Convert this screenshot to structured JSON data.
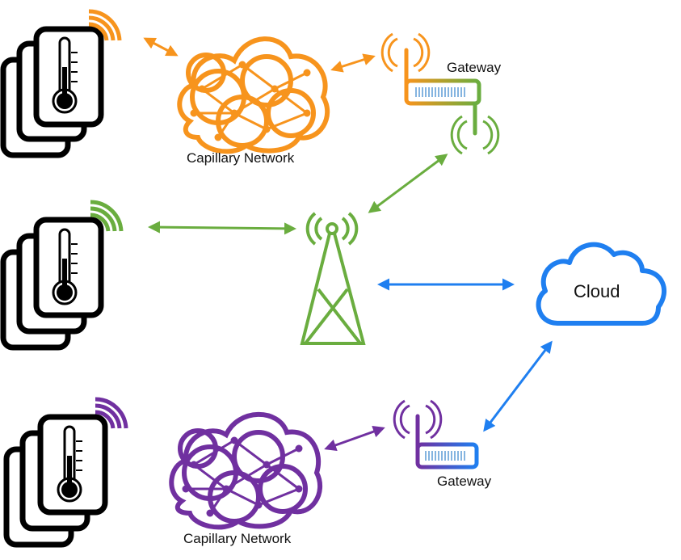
{
  "colors": {
    "orange": "#F7941D",
    "green": "#6AAD3F",
    "purple": "#7030A0",
    "blue": "#1F7FF0",
    "black": "#000000"
  },
  "labels": {
    "capillary_top": "Capillary Network",
    "gateway_top": "Gateway",
    "cloud": "Cloud",
    "gateway_bottom": "Gateway",
    "capillary_bottom": "Capillary Network"
  },
  "nodes": [
    {
      "id": "sensors-top",
      "type": "sensor-stack",
      "color": "orange"
    },
    {
      "id": "capillary-top",
      "type": "mesh-cloud",
      "color": "orange",
      "label": "Capillary Network"
    },
    {
      "id": "gateway-top",
      "type": "gateway",
      "color": "orange-to-green",
      "label": "Gateway"
    },
    {
      "id": "sensors-middle",
      "type": "sensor-stack",
      "color": "green"
    },
    {
      "id": "cell-tower",
      "type": "cell-tower",
      "color": "green"
    },
    {
      "id": "cloud",
      "type": "cloud",
      "color": "blue",
      "label": "Cloud"
    },
    {
      "id": "sensors-bottom",
      "type": "sensor-stack",
      "color": "purple"
    },
    {
      "id": "capillary-bottom",
      "type": "mesh-cloud",
      "color": "purple",
      "label": "Capillary Network"
    },
    {
      "id": "gateway-bottom",
      "type": "gateway",
      "color": "purple-to-blue",
      "label": "Gateway"
    }
  ],
  "edges": [
    {
      "from": "sensors-top",
      "to": "capillary-top",
      "color": "orange",
      "bidirectional": true
    },
    {
      "from": "capillary-top",
      "to": "gateway-top",
      "color": "orange",
      "bidirectional": true
    },
    {
      "from": "gateway-top",
      "to": "cell-tower",
      "color": "green",
      "bidirectional": true
    },
    {
      "from": "sensors-middle",
      "to": "cell-tower",
      "color": "green",
      "bidirectional": true
    },
    {
      "from": "cell-tower",
      "to": "cloud",
      "color": "blue",
      "bidirectional": true
    },
    {
      "from": "gateway-bottom",
      "to": "cloud",
      "color": "blue",
      "bidirectional": true
    },
    {
      "from": "capillary-bottom",
      "to": "gateway-bottom",
      "color": "purple",
      "bidirectional": true
    }
  ]
}
